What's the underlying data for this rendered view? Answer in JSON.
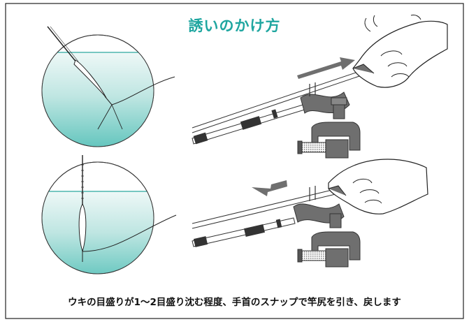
{
  "title": "誘いのかけ方",
  "caption": "ウキの目盛りが1〜2目盛り沈む程度、手首のスナップで竿尻を引き、戻します",
  "colors": {
    "title": "#1fa6a0",
    "water_top": "#e7f5f4",
    "water_bottom": "#6ccac3",
    "rod_holder": "#6f6f6f",
    "arrow": "#6f6f6f",
    "border": "#222222"
  },
  "icons": {
    "float_diagram_pull": "float-tilted-in-water",
    "float_diagram_return": "float-upright-in-water",
    "rod_scene_pull": "hand-pulling-rod-on-holder",
    "rod_scene_return": "hand-returning-rod-on-holder"
  }
}
